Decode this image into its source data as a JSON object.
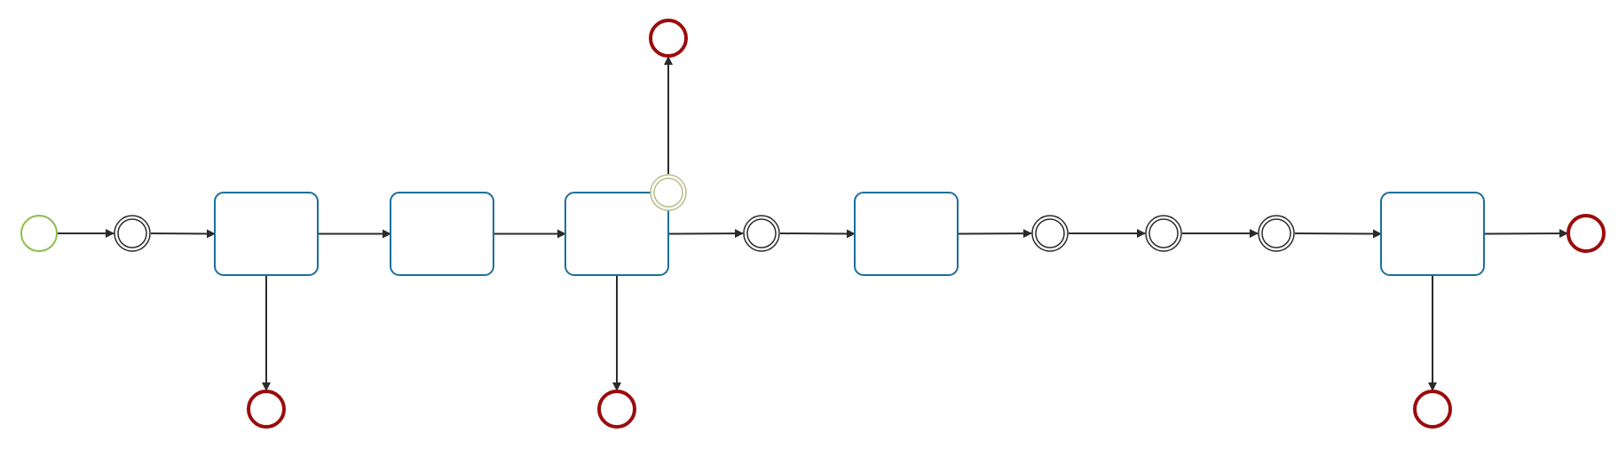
{
  "colors": {
    "background": "#ffffff",
    "task_stroke": "#1b6f9e",
    "start_event_stroke": "#8cbd4a",
    "end_event_stroke": "#9b0c0c",
    "intermediate_event_stroke": "#2b2b2b",
    "boundary_event_stroke": "#b9bd8a",
    "flow_stroke": "#2b2b2b",
    "fill": "#ffffff"
  },
  "diagram": {
    "type": "bpmn-process",
    "nodes": [
      {
        "id": "start",
        "kind": "start-event"
      },
      {
        "id": "ie1",
        "kind": "intermediate-event"
      },
      {
        "id": "task1",
        "kind": "task"
      },
      {
        "id": "end1",
        "kind": "end-event"
      },
      {
        "id": "task2",
        "kind": "task"
      },
      {
        "id": "task3",
        "kind": "task"
      },
      {
        "id": "boundary1",
        "kind": "boundary-event"
      },
      {
        "id": "end2",
        "kind": "end-event"
      },
      {
        "id": "end3",
        "kind": "end-event"
      },
      {
        "id": "ie2",
        "kind": "intermediate-event"
      },
      {
        "id": "task4",
        "kind": "task"
      },
      {
        "id": "ie3",
        "kind": "intermediate-event"
      },
      {
        "id": "ie4",
        "kind": "intermediate-event"
      },
      {
        "id": "ie5",
        "kind": "intermediate-event"
      },
      {
        "id": "task5",
        "kind": "task"
      },
      {
        "id": "end4",
        "kind": "end-event"
      },
      {
        "id": "end5",
        "kind": "end-event"
      }
    ],
    "flows": [
      {
        "from": "start",
        "to": "ie1"
      },
      {
        "from": "ie1",
        "to": "task1"
      },
      {
        "from": "task1",
        "to": "task2"
      },
      {
        "from": "task1",
        "to": "end1"
      },
      {
        "from": "task2",
        "to": "task3"
      },
      {
        "from": "task3",
        "to": "ie2"
      },
      {
        "from": "task3",
        "to": "end3"
      },
      {
        "from": "boundary1",
        "to": "end2"
      },
      {
        "from": "ie2",
        "to": "task4"
      },
      {
        "from": "task4",
        "to": "ie3"
      },
      {
        "from": "ie3",
        "to": "ie4"
      },
      {
        "from": "ie4",
        "to": "ie5"
      },
      {
        "from": "ie5",
        "to": "task5"
      },
      {
        "from": "task5",
        "to": "end4"
      },
      {
        "from": "task5",
        "to": "end5"
      }
    ]
  }
}
